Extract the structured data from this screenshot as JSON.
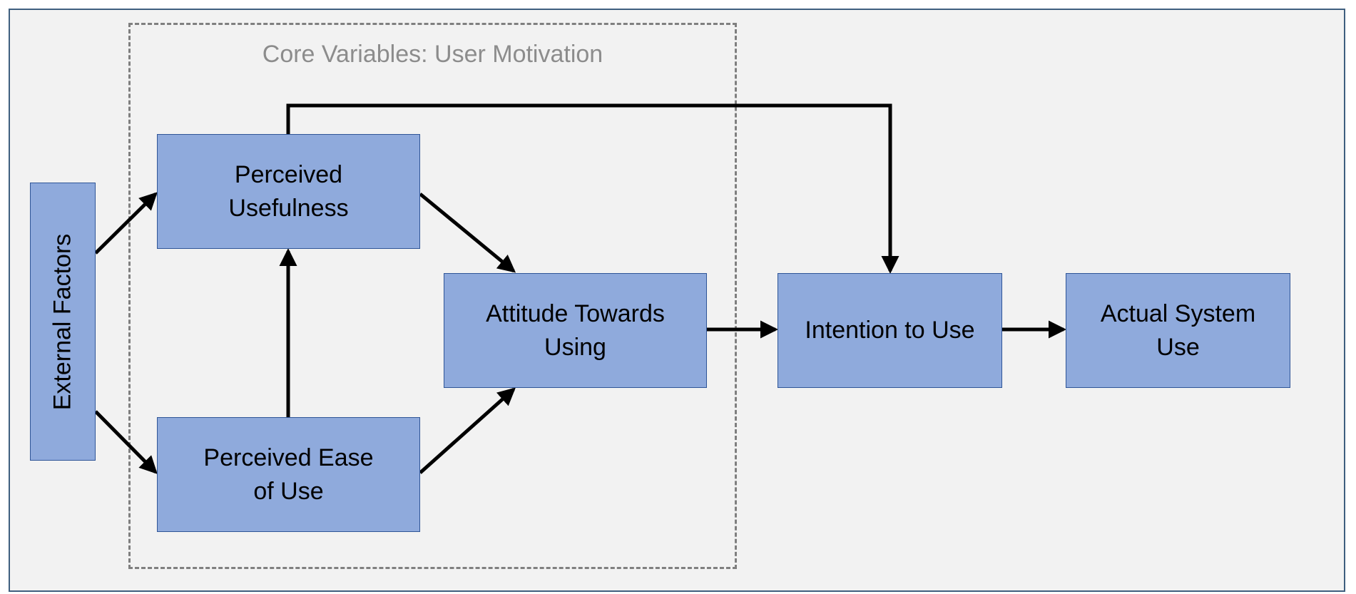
{
  "diagram": {
    "group_label": "Core Variables: User Motivation",
    "nodes": {
      "external_factors": "External Factors",
      "perceived_usefulness": [
        "Perceived",
        "Usefulness"
      ],
      "perceived_ease_of_use": [
        "Perceived Ease",
        "of Use"
      ],
      "attitude_towards_using": [
        "Attitude Towards",
        "Using"
      ],
      "intention_to_use": "Intention to Use",
      "actual_system_use": [
        "Actual System",
        "Use"
      ]
    },
    "edges": [
      {
        "from": "External Factors",
        "to": "Perceived Usefulness"
      },
      {
        "from": "External Factors",
        "to": "Perceived Ease of Use"
      },
      {
        "from": "Perceived Ease of Use",
        "to": "Perceived Usefulness"
      },
      {
        "from": "Perceived Usefulness",
        "to": "Attitude Towards Using"
      },
      {
        "from": "Perceived Ease of Use",
        "to": "Attitude Towards Using"
      },
      {
        "from": "Perceived Usefulness",
        "to": "Intention to Use"
      },
      {
        "from": "Attitude Towards Using",
        "to": "Intention to Use"
      },
      {
        "from": "Intention to Use",
        "to": "Actual System Use"
      }
    ],
    "colors": {
      "node_fill": "#8faadc",
      "node_border": "#2f5597",
      "background": "#f2f2f2",
      "group_border": "#7f7f7f",
      "group_label": "#8c8c8c",
      "arrow": "#000000"
    }
  }
}
